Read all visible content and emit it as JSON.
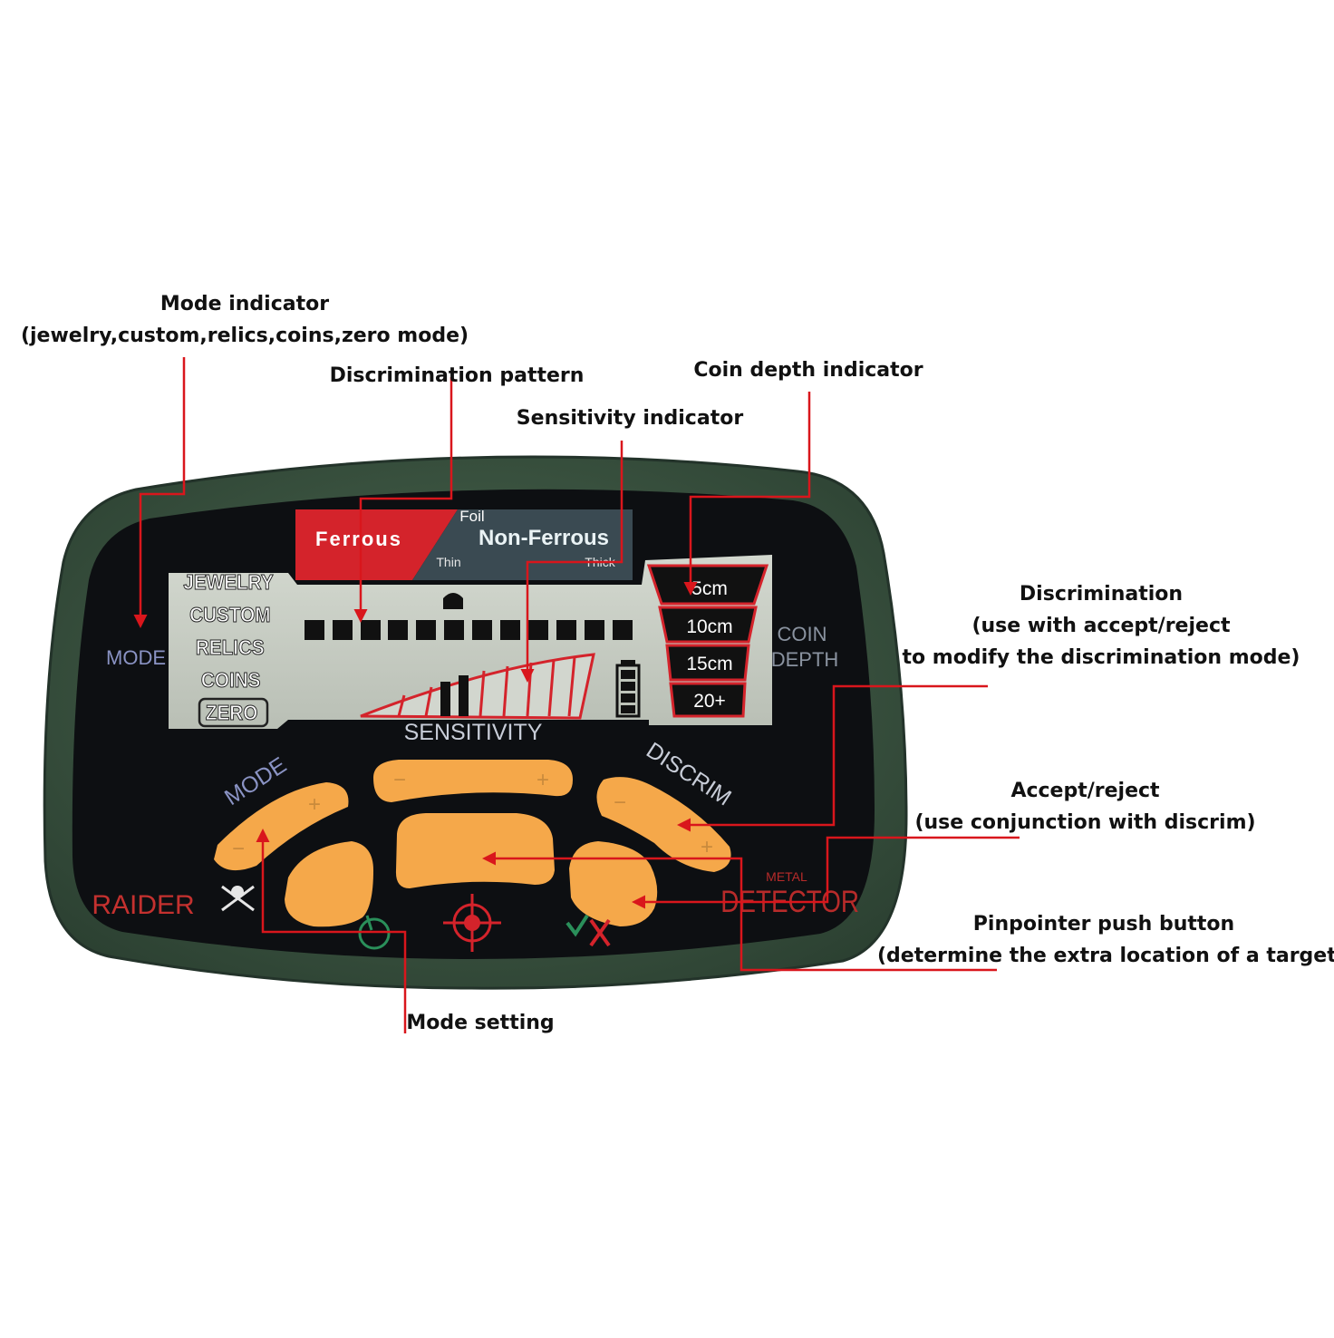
{
  "callouts": {
    "mode_indicator": {
      "title": "Mode indicator",
      "desc": "(jewelry,custom,relics,coins,zero mode)"
    },
    "discrimination_pattern": {
      "title": "Discrimination pattern"
    },
    "coin_depth_indicator": {
      "title": "Coin depth indicator"
    },
    "sensitivity_indicator": {
      "title": "Sensitivity indicator"
    },
    "discrimination": {
      "title": "Discrimination",
      "desc1": "(use with accept/reject",
      "desc2": "to modify the discrimination mode)"
    },
    "accept_reject": {
      "title": "Accept/reject",
      "desc": "(use conjunction with discrim)"
    },
    "pinpointer": {
      "title": "Pinpointer push button",
      "desc": "(determine the extra location of a target)"
    },
    "mode_setting": {
      "title": "Mode setting"
    }
  },
  "device": {
    "display": {
      "ferrous": "Ferrous",
      "foil": "Foil",
      "non_ferrous": "Non-Ferrous",
      "thin": "Thin",
      "thick": "Thick",
      "modes": [
        "JEWELRY",
        "CUSTOM",
        "RELICS",
        "COINS",
        "ZERO"
      ],
      "active_mode": "ZERO",
      "depths": [
        "5cm",
        "10cm",
        "15cm",
        "20+"
      ],
      "mode_label": "MODE",
      "coin_label": "COIN",
      "depth_label": "DEPTH"
    },
    "panel": {
      "sensitivity_label": "SENSITIVITY",
      "mode_label": "MODE",
      "discrim_label": "DISCRIM",
      "minus": "−",
      "plus": "+",
      "brand": "RAIDER",
      "metal": "METAL",
      "detector": "DETECTOR"
    }
  },
  "colors": {
    "case_green": "#3f5a45",
    "face_black": "#0d0f12",
    "lcd": "#c7cdc3",
    "button_orange": "#f5a84a",
    "ferrous_red": "#d4232b",
    "arrow_red": "#d9161c"
  }
}
